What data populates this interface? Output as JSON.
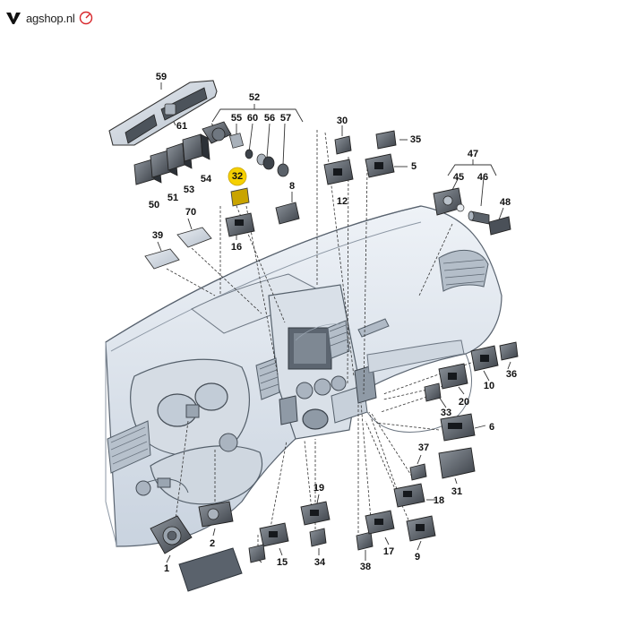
{
  "brand": {
    "logo_text": "agshop.nl",
    "accent_color": "#d7262b"
  },
  "diagram": {
    "highlight_color": "#f5d000",
    "highlighted_part": "32",
    "labels": {
      "p59": "59",
      "p61": "61",
      "p52": "52",
      "p55": "55",
      "p60": "60",
      "p56": "56",
      "p57": "57",
      "p50": "50",
      "p51": "51",
      "p53": "53",
      "p54": "54",
      "p32": "32",
      "p8": "8",
      "p30": "30",
      "p35": "35",
      "p12": "12",
      "p5": "5",
      "p47": "47",
      "p45": "45",
      "p46": "46",
      "p48": "48",
      "p70": "70",
      "p39": "39",
      "p16": "16",
      "p36": "36",
      "p10": "10",
      "p20": "20",
      "p33": "33",
      "p6": "6",
      "p37": "37",
      "p31": "31",
      "p18": "18",
      "p19": "19",
      "p2": "2",
      "p1": "1",
      "p15": "15",
      "p34": "34",
      "p38": "38",
      "p17": "17",
      "p9": "9"
    }
  }
}
